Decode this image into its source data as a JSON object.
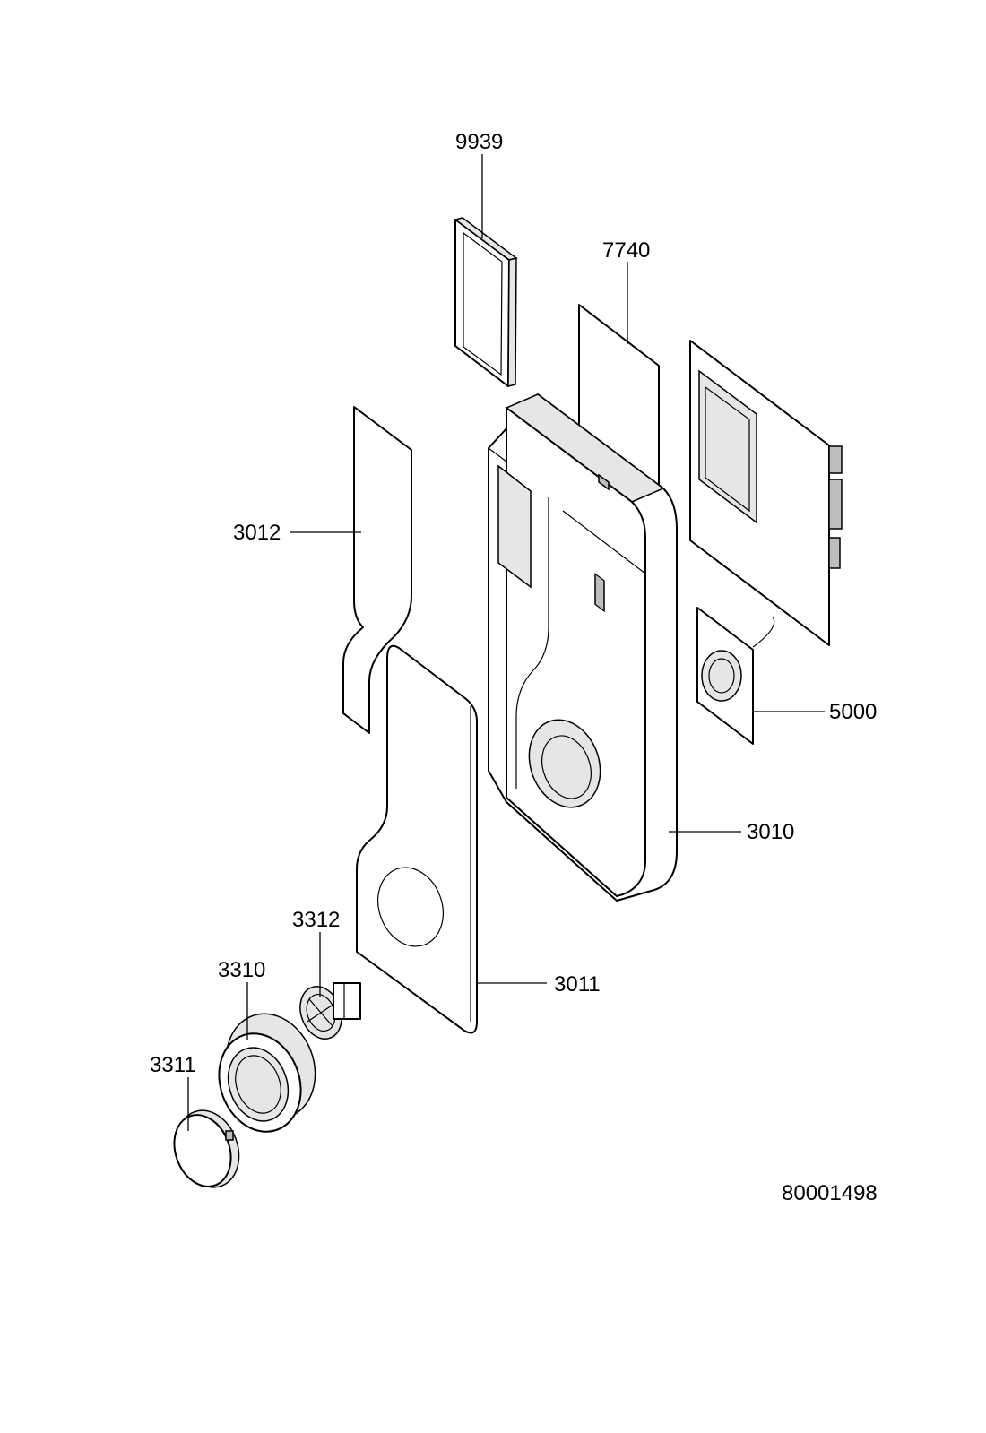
{
  "diagram": {
    "part_labels": [
      "9939",
      "7740",
      "3012",
      "5000",
      "3010",
      "3312",
      "3310",
      "3011",
      "3311"
    ],
    "document_number": "80001498"
  }
}
